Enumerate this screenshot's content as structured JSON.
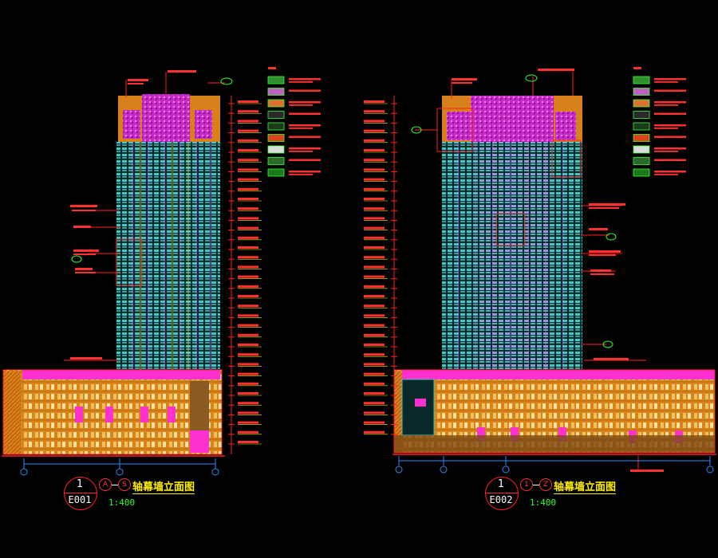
{
  "drawing": {
    "background": "#000000",
    "colors": {
      "curtain_wall": "#36c6c6",
      "podium": "#e0901c",
      "accent": "#ff20c8",
      "annotation": "#ff2020",
      "dimension": "#ff2020",
      "grid_axis": "#2a8cff",
      "title_text": "#ffee00",
      "scale_text": "#33ff33"
    }
  },
  "views": [
    {
      "id": "E001",
      "view_number": "1",
      "sheet_code": "E001",
      "axis_from": "A",
      "axis_to": "S",
      "title": "轴幕墙立面图",
      "scale": "1:400"
    },
    {
      "id": "E002",
      "view_number": "1",
      "sheet_code": "E002",
      "axis_from": "1",
      "axis_to": "Z",
      "title": "轴幕墙立面图",
      "scale": "1:400"
    }
  ]
}
